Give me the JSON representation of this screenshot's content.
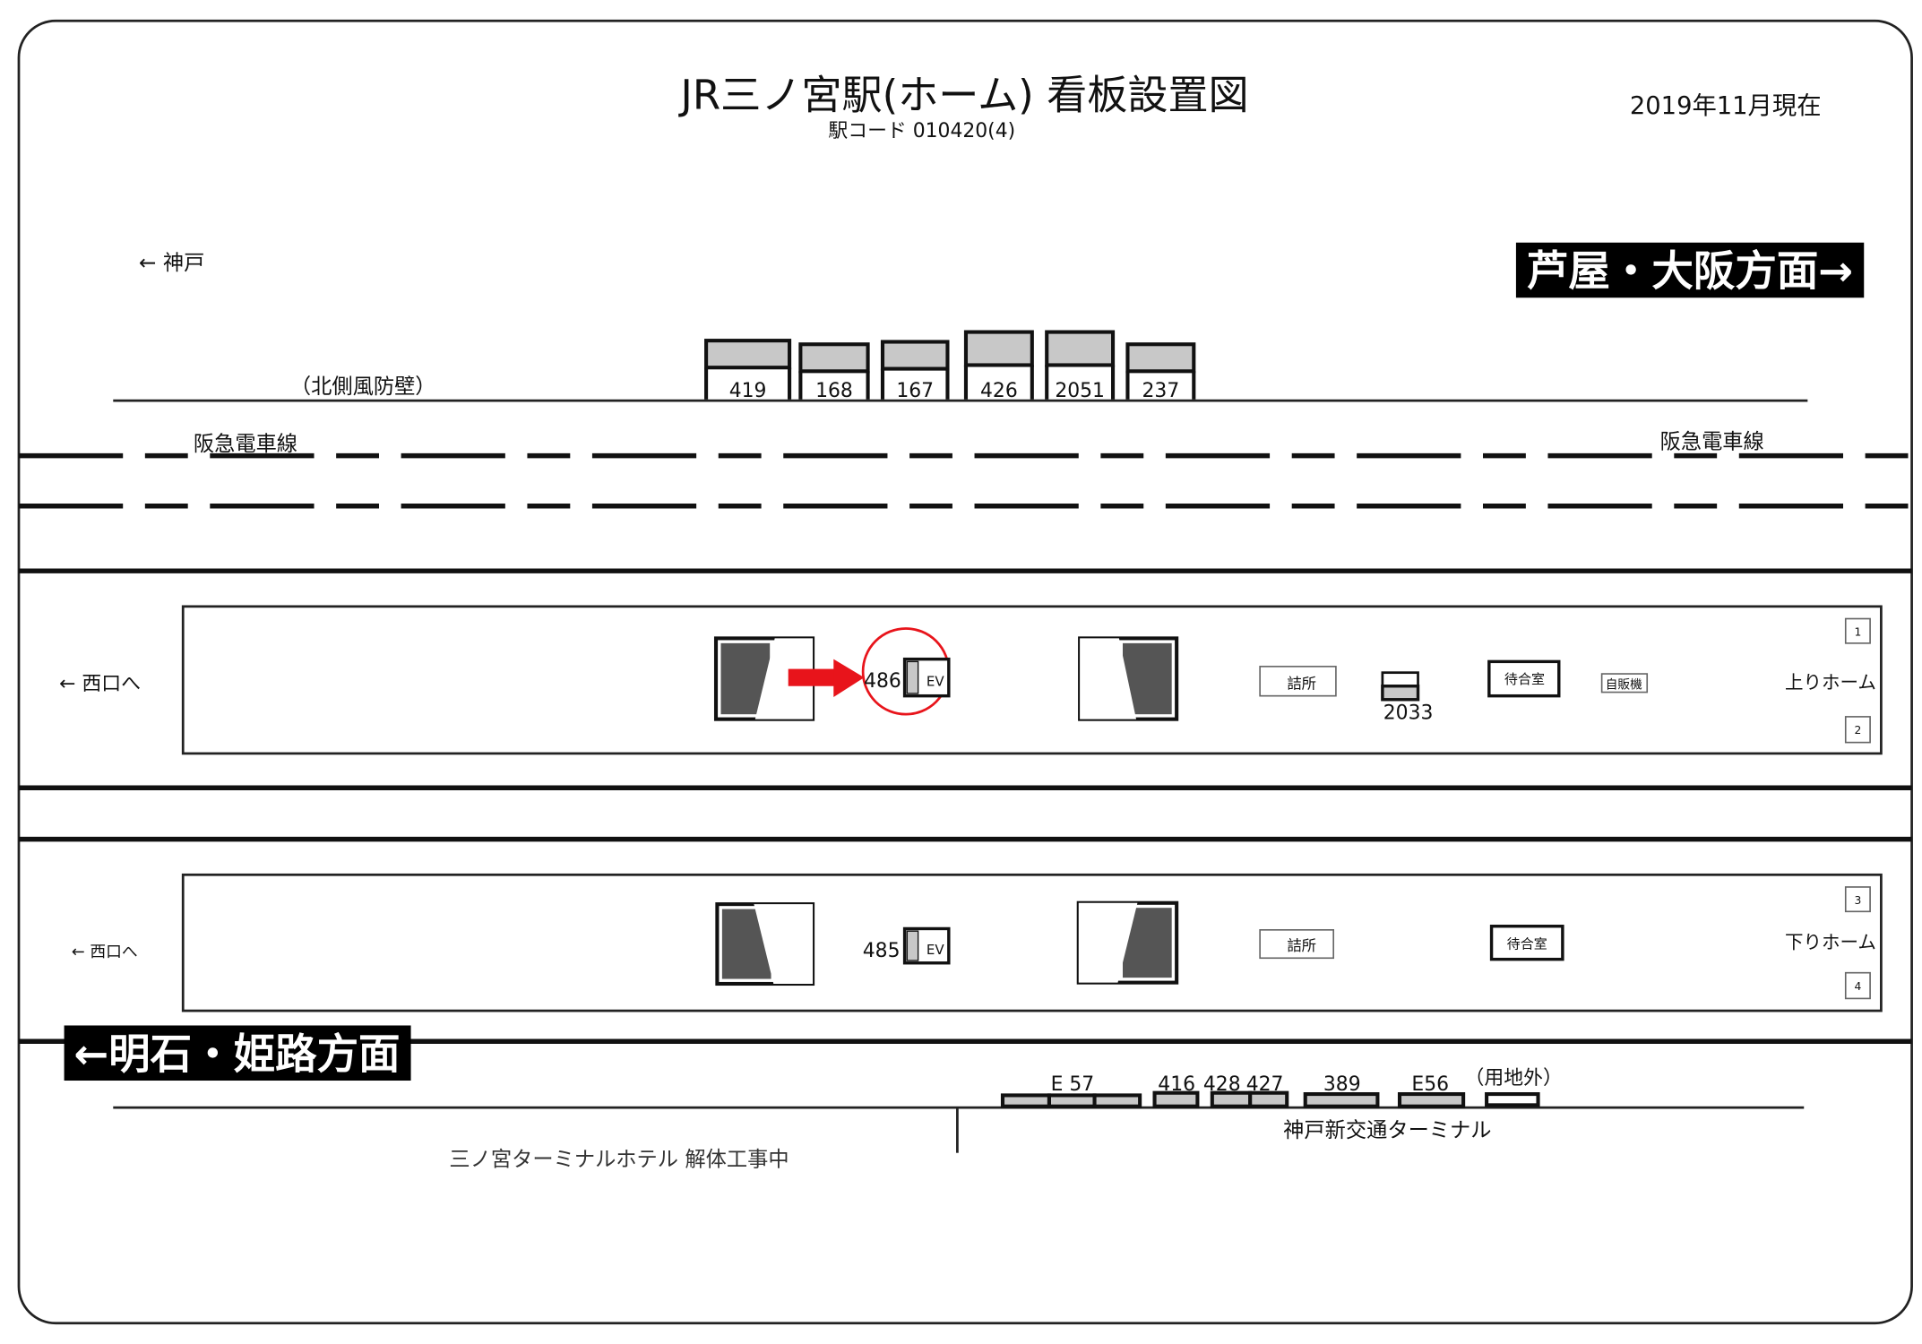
{
  "header": {
    "title": "JR三ノ宮駅(ホーム) 看板設置図",
    "station_code": "駅コード 010420(4)",
    "date": "2019年11月現在"
  },
  "directions": {
    "kobe": "← 神戸",
    "osaka": "芦屋・大阪方面→",
    "akashi": "←明石・姫路方面",
    "west_exit_up": "← 西口へ",
    "west_exit_down": "← 西口へ"
  },
  "north": {
    "windbreak_label": "（北側風防壁）",
    "signs": [
      "419",
      "168",
      "167",
      "426",
      "2051",
      "237"
    ]
  },
  "hankyu": {
    "left": "阪急電車線",
    "right": "阪急電車線"
  },
  "up_platform": {
    "name": "上りホーム",
    "track_top": "1",
    "track_bottom": "2",
    "ev_sign": "486",
    "ev_label": "EV",
    "staff_room": "詰所",
    "sign_2033": "2033",
    "waiting_room": "待合室",
    "vending": "自販機"
  },
  "down_platform": {
    "name": "下りホーム",
    "track_top": "3",
    "track_bottom": "4",
    "ev_sign": "485",
    "ev_label": "EV",
    "staff_room": "詰所",
    "waiting_room": "待合室"
  },
  "south": {
    "signs": [
      "E 57",
      "416",
      "428",
      "427",
      "389",
      "E56",
      "（用地外）"
    ],
    "hotel": "三ノ宮ターミナルホテル 解体工事中",
    "terminal": "神戸新交通ターミナル"
  },
  "colors": {
    "highlight": "#e8141b",
    "sign_fill": "#c8c8c8"
  }
}
